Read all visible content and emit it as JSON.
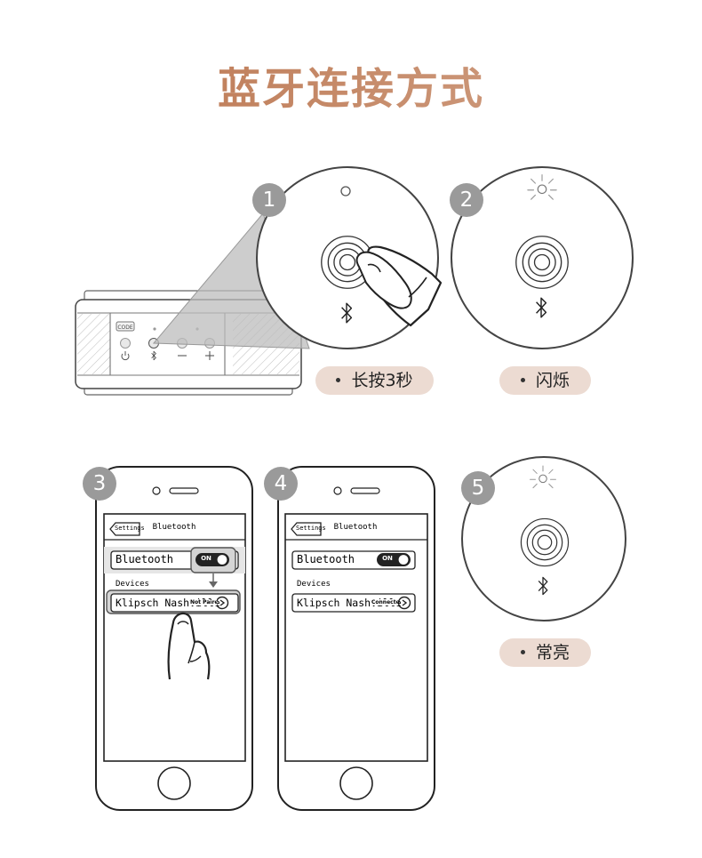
{
  "title": "蓝牙连接方式",
  "colors": {
    "title_gradient_start": "#b9714a",
    "title_gradient_end": "#d3a58a",
    "pill_bg": "#ecdbd2",
    "badge_bg": "#9a9a9a",
    "line": "#222222"
  },
  "steps": [
    {
      "number": "1",
      "label": "长按3秒"
    },
    {
      "number": "2",
      "label": "闪烁"
    },
    {
      "number": "3"
    },
    {
      "number": "4"
    },
    {
      "number": "5",
      "label": "常亮"
    }
  ],
  "speaker": {
    "badge_text": "CODE"
  },
  "phone3": {
    "back_label": "Settings",
    "screen_title": "Bluetooth",
    "bluetooth_row_label": "Bluetooth",
    "toggle_label": "ON",
    "devices_header": "Devices",
    "device_name": "Klipsch Nashville",
    "device_status": "Not Paired"
  },
  "phone4": {
    "back_label": "Settings",
    "screen_title": "Bluetooth",
    "bluetooth_row_label": "Bluetooth",
    "toggle_label": "ON",
    "devices_header": "Devices",
    "device_name": "Klipsch Nashville",
    "device_status": "Connected"
  },
  "icons": {
    "bluetooth": "bluetooth-icon",
    "power": "power-icon",
    "minus": "minus-icon",
    "plus": "plus-icon",
    "led_blink": "led-blink-icon",
    "finger": "finger-press-icon",
    "hand": "hand-tap-icon",
    "chevron": "chevron-right-icon"
  }
}
